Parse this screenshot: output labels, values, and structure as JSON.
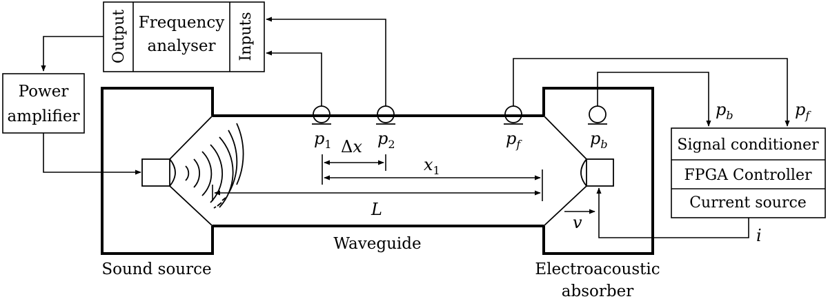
{
  "boxes": {
    "output": "Output",
    "freq_line1": "Frequency",
    "freq_line2": "analyser",
    "inputs": "Inputs",
    "amp_line1": "Power",
    "amp_line2": "amplifier",
    "signal_conditioner": "Signal conditioner",
    "fpga": "FPGA Controller",
    "current_source": "Current source"
  },
  "labels": {
    "sound_source": "Sound source",
    "waveguide": "Waveguide",
    "absorber_line1": "Electroacoustic",
    "absorber_line2": "absorber"
  },
  "math": {
    "p1": "p",
    "p1_sub": "1",
    "p2": "p",
    "p2_sub": "2",
    "pf": "p",
    "pf_sub": "f",
    "pb": "p",
    "pb_sub": "b",
    "pb_wire": "p",
    "pb_wire_sub": "b",
    "pf_wire": "p",
    "pf_wire_sub": "f",
    "delta_x_symbol": "Δ",
    "delta_x_var": "x",
    "x1": "x",
    "x1_sub": "1",
    "L": "L",
    "v": "v",
    "i": "i"
  }
}
